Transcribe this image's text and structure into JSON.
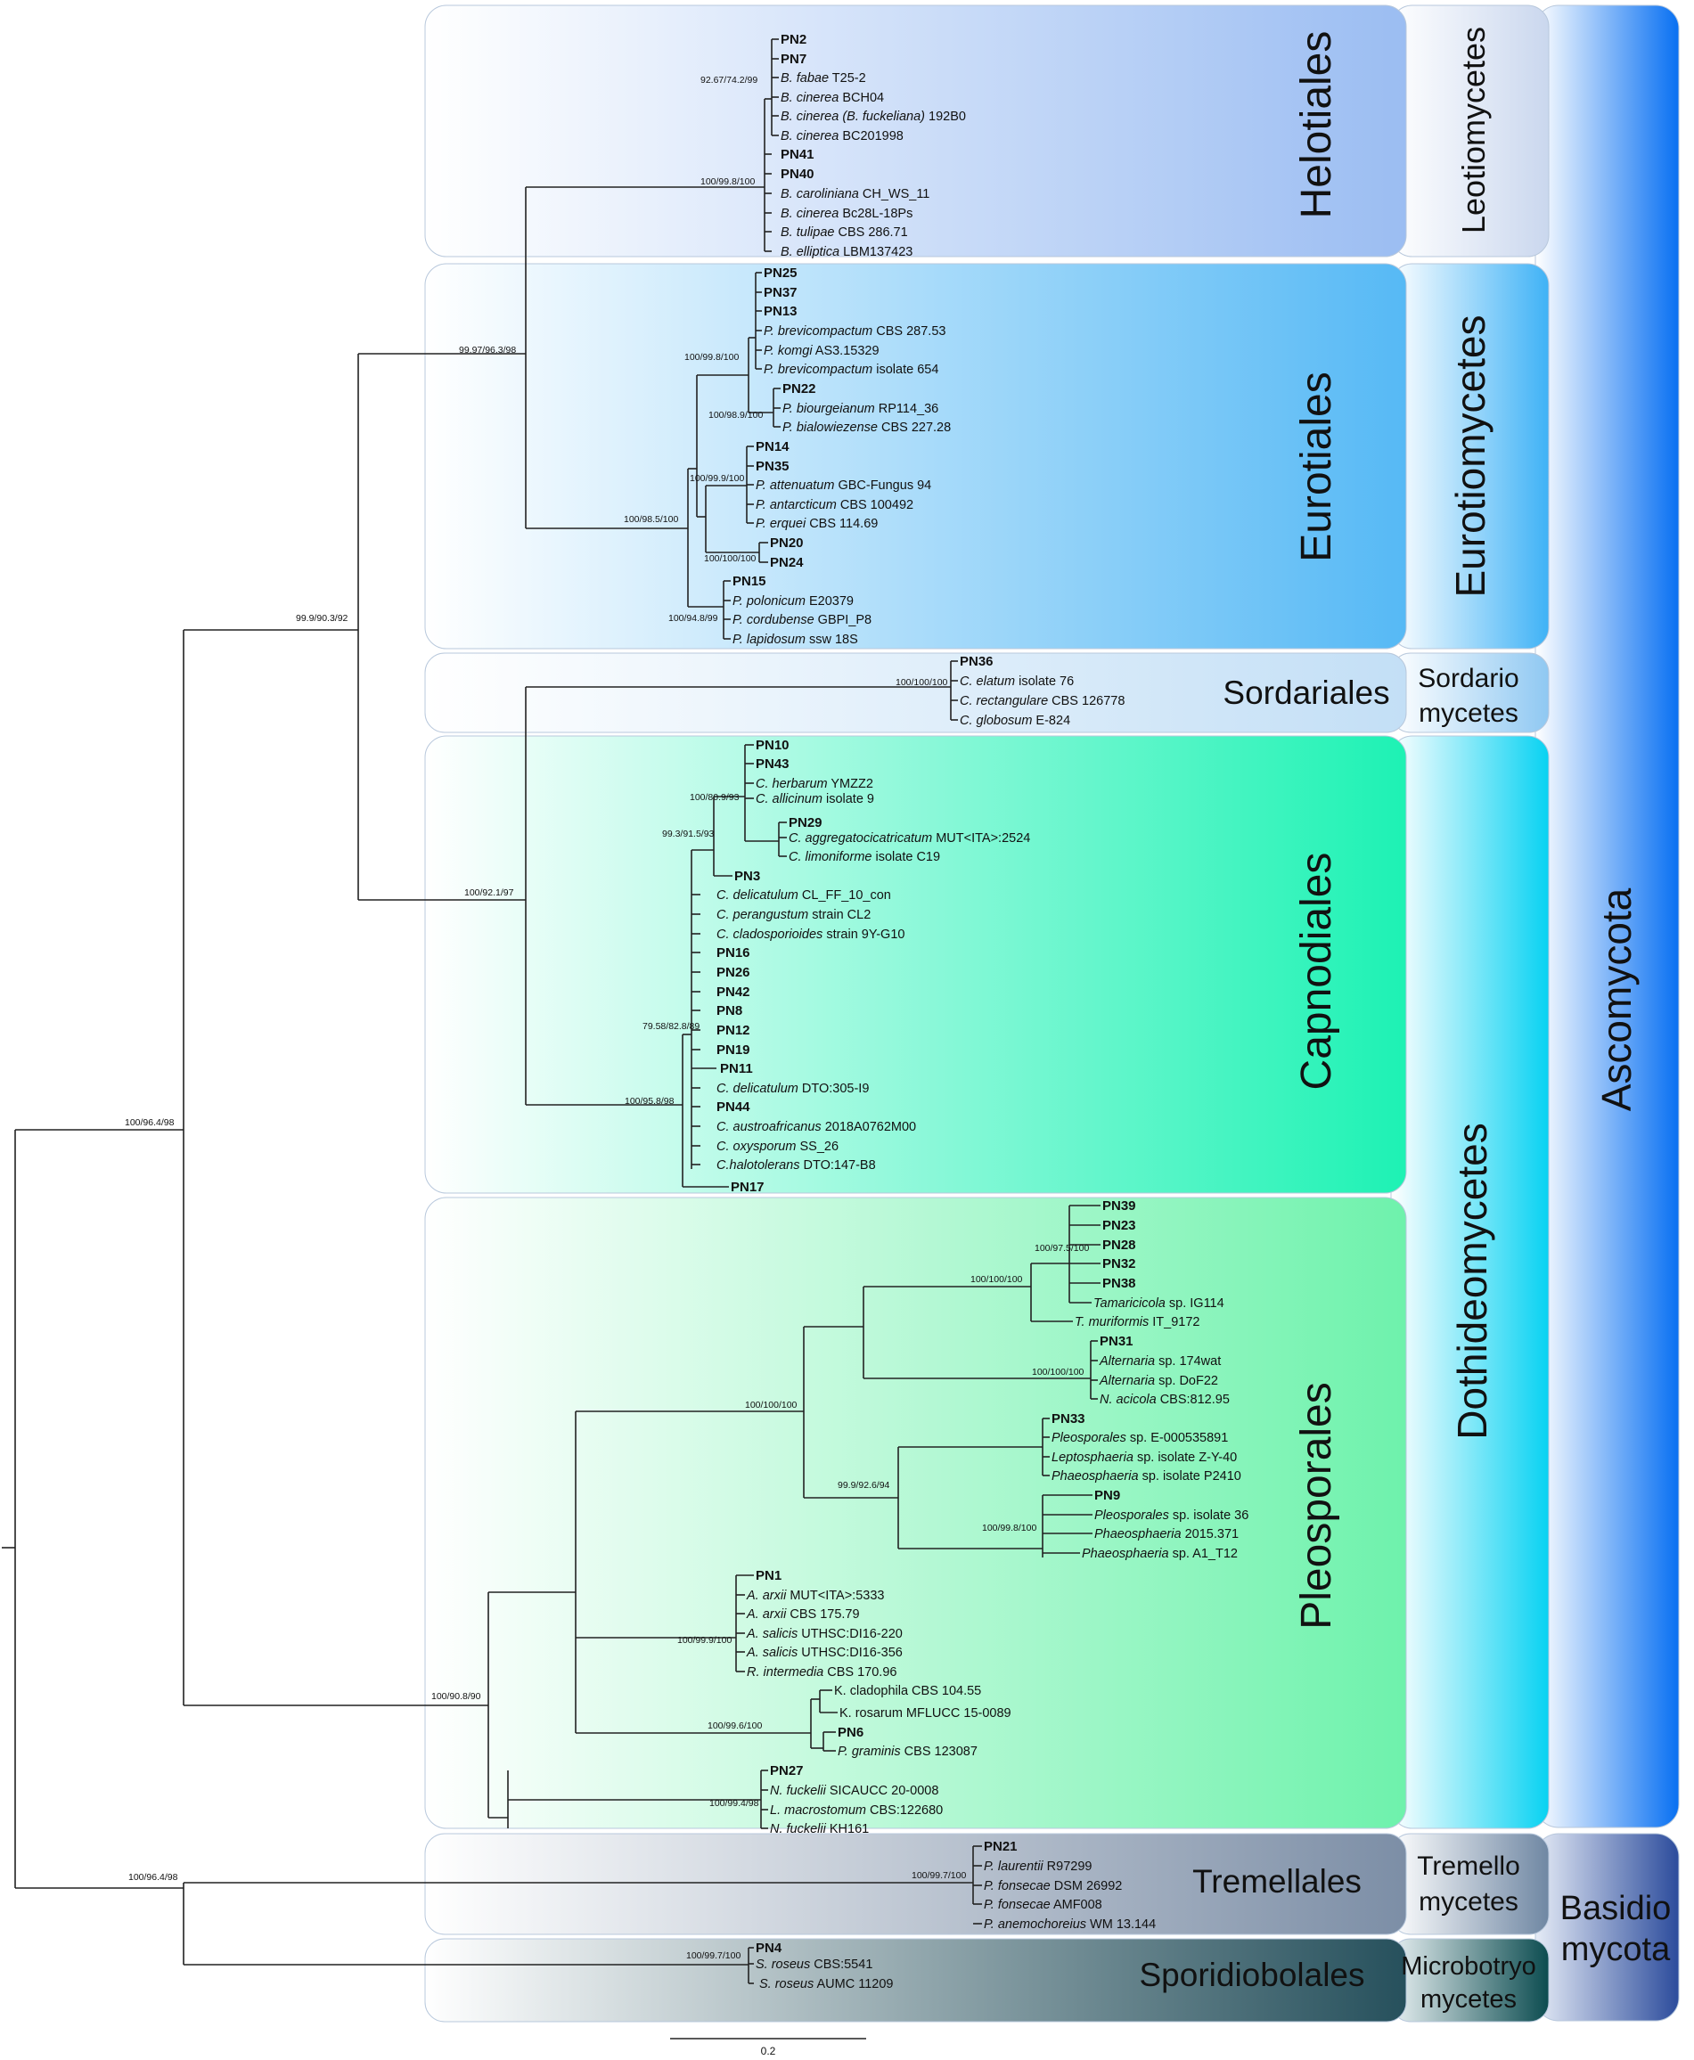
{
  "scale_bar": {
    "label": "0.2"
  },
  "phyla": [
    {
      "id": "ascomycota",
      "label_lines": [
        "Ascomycota"
      ]
    },
    {
      "id": "basidiomycota",
      "label_lines": [
        "Basidio",
        "mycota"
      ]
    }
  ],
  "classes": [
    {
      "id": "leotiomycetes",
      "label_lines": [
        "Leotiomycetes"
      ]
    },
    {
      "id": "eurotiomycetes",
      "label_lines": [
        "Eurotiomycetes"
      ]
    },
    {
      "id": "sordariomycetes",
      "label_lines": [
        "Sordario",
        "mycetes"
      ]
    },
    {
      "id": "dothideomycetes",
      "label_lines": [
        "Dothideomycetes"
      ]
    },
    {
      "id": "tremellomycetes",
      "label_lines": [
        "Tremello",
        "mycetes"
      ]
    },
    {
      "id": "microbotryomycetes",
      "label_lines": [
        "Microbotryo",
        "mycetes"
      ]
    }
  ],
  "orders": [
    {
      "id": "helotiales",
      "label": "Helotiales"
    },
    {
      "id": "eurotiales",
      "label": "Eurotiales"
    },
    {
      "id": "sordariales",
      "label": "Sordariales"
    },
    {
      "id": "capnodiales",
      "label": "Capnodiales"
    },
    {
      "id": "pleosporales",
      "label": "Pleosporales"
    },
    {
      "id": "tremellales",
      "label": "Tremellales"
    },
    {
      "id": "sporidiobolales",
      "label": "Sporidiobolales"
    }
  ],
  "support_values": {
    "s01": "92.67/74.2/99",
    "s02": "100/99.8/100",
    "s03": "99.97/96.3/98",
    "s04": "100/99.8/100",
    "s05": "100/98.9/100",
    "s06": "100/99.9/100",
    "s07": "100/100/100",
    "s08": "100/98.5/100",
    "s09": "100/94.8/99",
    "s10": "99.9/90.3/92",
    "s11": "100/100/100",
    "s12": "100/80.9/93",
    "s13": "99.3/91.5/93",
    "s14": "100/92.1/97",
    "s15": "79.58/82.8/89",
    "s16": "100/95.8/98",
    "s17": "100/96.4/98",
    "s18": "100/97.5/100",
    "s19": "100/100/100",
    "s20": "100/100/100",
    "s21": "100/100/100",
    "s22": "99.9/92.6/94",
    "s23": "100/99.8/100",
    "s24": "100/99.9/100",
    "s25": "100/99.6/100",
    "s26": "100/99.4/98",
    "s27": "100/90.8/90",
    "s28": "100/99.7/100",
    "s29": "100/96.4/98",
    "s30": "100/99.7/100"
  },
  "leaves": [
    {
      "id": "l01",
      "pn": "PN2"
    },
    {
      "id": "l02",
      "pn": "PN7"
    },
    {
      "id": "l03",
      "genus": "B. fabae",
      "rest": " T25-2"
    },
    {
      "id": "l04",
      "genus": "B. cinerea",
      "rest": " BCH04"
    },
    {
      "id": "l05",
      "genus": "B. cinerea (B. fuckeliana)",
      "rest": " 192B0"
    },
    {
      "id": "l06",
      "genus": "B. cinerea",
      "rest": " BC201998"
    },
    {
      "id": "l07",
      "pn": "PN41"
    },
    {
      "id": "l08",
      "pn": "PN40"
    },
    {
      "id": "l09",
      "genus": "B. caroliniana",
      "rest": " CH_WS_11"
    },
    {
      "id": "l10",
      "genus": "B. cinerea",
      "rest": " Bc28L-18Ps"
    },
    {
      "id": "l11",
      "genus": "B. tulipae",
      "rest": " CBS 286.71"
    },
    {
      "id": "l12",
      "genus": "B. elliptica",
      "rest": " LBM137423"
    },
    {
      "id": "l13",
      "pn": "PN25"
    },
    {
      "id": "l14",
      "pn": "PN37"
    },
    {
      "id": "l15",
      "pn": "PN13"
    },
    {
      "id": "l16",
      "genus": "P. brevicompactum",
      "rest": " CBS 287.53"
    },
    {
      "id": "l17",
      "genus": "P. komgi",
      "rest": " AS3.15329"
    },
    {
      "id": "l18",
      "genus": "P. brevicompactum",
      "rest": " isolate 654"
    },
    {
      "id": "l19",
      "pn": "PN22"
    },
    {
      "id": "l20",
      "genus": "P. biourgeianum",
      "rest": " RP114_36"
    },
    {
      "id": "l21",
      "genus": "P. bialowiezense",
      "rest": " CBS 227.28"
    },
    {
      "id": "l22",
      "pn": "PN14"
    },
    {
      "id": "l23",
      "pn": "PN35"
    },
    {
      "id": "l24",
      "genus": "P. attenuatum",
      "rest": " GBC-Fungus 94"
    },
    {
      "id": "l25",
      "genus": "P. antarcticum",
      "rest": " CBS 100492"
    },
    {
      "id": "l26",
      "genus": "P. erquei",
      "rest": " CBS 114.69"
    },
    {
      "id": "l27",
      "pn": "PN20"
    },
    {
      "id": "l28",
      "pn": "PN24"
    },
    {
      "id": "l29",
      "pn": "PN15"
    },
    {
      "id": "l30",
      "genus": "P. polonicum",
      "rest": " E20379"
    },
    {
      "id": "l31",
      "genus": "P. cordubense",
      "rest": " GBPI_P8"
    },
    {
      "id": "l32",
      "genus": "P. lapidosum",
      "rest": " ssw 18S"
    },
    {
      "id": "l33",
      "pn": "PN36"
    },
    {
      "id": "l34",
      "genus": "C. elatum",
      "rest": " isolate 76"
    },
    {
      "id": "l35",
      "genus": "C. rectangulare",
      "rest": " CBS 126778"
    },
    {
      "id": "l36",
      "genus": "C. globosum",
      "rest": " E-824"
    },
    {
      "id": "l37",
      "pn": "PN10"
    },
    {
      "id": "l38",
      "pn": "PN43"
    },
    {
      "id": "l39",
      "genus": "C. herbarum",
      "rest": " YMZZ2"
    },
    {
      "id": "l40",
      "genus": "C. allicinum",
      "rest": " isolate 9"
    },
    {
      "id": "l41",
      "pn": "PN29"
    },
    {
      "id": "l42",
      "genus": "C. aggregatocicatricatum",
      "rest": " MUT<ITA>:2524"
    },
    {
      "id": "l43",
      "genus": "C. limoniforme",
      "rest": " isolate C19"
    },
    {
      "id": "l44",
      "pn": "PN3"
    },
    {
      "id": "l45",
      "genus": "C. delicatulum",
      "rest": " CL_FF_10_con"
    },
    {
      "id": "l46",
      "genus": "C. perangustum",
      "rest": " strain CL2"
    },
    {
      "id": "l47",
      "genus": "C. cladosporioides",
      "rest": " strain 9Y-G10"
    },
    {
      "id": "l48",
      "pn": "PN16"
    },
    {
      "id": "l49",
      "pn": "PN26"
    },
    {
      "id": "l50",
      "pn": "PN42"
    },
    {
      "id": "l51",
      "pn": "PN8"
    },
    {
      "id": "l52",
      "pn": "PN12"
    },
    {
      "id": "l53",
      "pn": "PN19"
    },
    {
      "id": "l54",
      "pn": "PN11"
    },
    {
      "id": "l55",
      "genus": "C. delicatulum",
      "rest": " DTO:305-I9"
    },
    {
      "id": "l56",
      "pn": "PN44"
    },
    {
      "id": "l57",
      "genus": "C. austroafricanus",
      "rest": " 2018A0762M00"
    },
    {
      "id": "l58",
      "genus": "C. oxysporum",
      "rest": " SS_26"
    },
    {
      "id": "l59",
      "genus": "C.halotolerans",
      "rest": " DTO:147-B8"
    },
    {
      "id": "l60",
      "pn": "PN17"
    },
    {
      "id": "l61",
      "pn": "PN39"
    },
    {
      "id": "l62",
      "pn": "PN23"
    },
    {
      "id": "l63",
      "pn": "PN28"
    },
    {
      "id": "l64",
      "pn": "PN32"
    },
    {
      "id": "l65",
      "pn": "PN38"
    },
    {
      "id": "l66",
      "genus": "Tamaricicola",
      "rest": " sp. IG114"
    },
    {
      "id": "l67",
      "genus": "T. muriformis",
      "rest": " IT_9172"
    },
    {
      "id": "l68",
      "pn": "PN31"
    },
    {
      "id": "l69",
      "genus": "Alternaria",
      "rest": " sp. 174wat"
    },
    {
      "id": "l70",
      "genus": "Alternaria",
      "rest": " sp. DoF22"
    },
    {
      "id": "l71",
      "genus": "N. acicola",
      "rest": " CBS:812.95"
    },
    {
      "id": "l72",
      "pn": "PN33"
    },
    {
      "id": "l73",
      "genus": "Pleosporales",
      "rest": " sp. E-000535891"
    },
    {
      "id": "l74",
      "genus": "Leptosphaeria",
      "rest": " sp. isolate Z-Y-40"
    },
    {
      "id": "l75",
      "genus": "Phaeosphaeria",
      "rest": " sp. isolate P2410"
    },
    {
      "id": "l76",
      "pn": "PN9"
    },
    {
      "id": "l77",
      "genus": "Pleosporales",
      "rest": " sp. isolate 36"
    },
    {
      "id": "l78",
      "genus": "Phaeosphaeria",
      "rest": " 2015.371"
    },
    {
      "id": "l79",
      "genus": "Phaeosphaeria",
      "rest": " sp. A1_T12"
    },
    {
      "id": "l80",
      "pn": "PN1"
    },
    {
      "id": "l81",
      "genus": "A. arxii",
      "rest": " MUT<ITA>:5333"
    },
    {
      "id": "l82",
      "genus": "A. arxii",
      "rest": " CBS 175.79"
    },
    {
      "id": "l83",
      "genus": "A. salicis",
      "rest": " UTHSC:DI16-220"
    },
    {
      "id": "l84",
      "genus": "A. salicis",
      "rest": " UTHSC:DI16-356"
    },
    {
      "id": "l85",
      "genus": "R. intermedia",
      "rest": " CBS 170.96"
    },
    {
      "id": "l86",
      "plain": "K. cladophila CBS 104.55"
    },
    {
      "id": "l87",
      "plain": "K. rosarum MFLUCC 15-0089"
    },
    {
      "id": "l88",
      "pn": "PN6"
    },
    {
      "id": "l89",
      "genus": "P. graminis",
      "rest": " CBS 123087"
    },
    {
      "id": "l90",
      "pn": "PN27"
    },
    {
      "id": "l91",
      "genus": "N. fuckelii",
      "rest": " SICAUCC 20-0008"
    },
    {
      "id": "l92",
      "genus": "L. macrostomum",
      "rest": " CBS:122680"
    },
    {
      "id": "l93",
      "genus": "N. fuckelii",
      "rest": " KH161"
    },
    {
      "id": "l94",
      "pn": "PN21"
    },
    {
      "id": "l95",
      "genus": "P. laurentii",
      "rest": " R97299"
    },
    {
      "id": "l96",
      "genus": "P. fonsecae",
      "rest": " DSM 26992"
    },
    {
      "id": "l97",
      "genus": "P. fonsecae",
      "rest": " AMF008"
    },
    {
      "id": "l98",
      "genus": "P. anemochoreius",
      "rest": " WM 13.144"
    },
    {
      "id": "l99",
      "pn": "PN4"
    },
    {
      "id": "l100",
      "genus": "S. roseus",
      "rest": " CBS:5541"
    },
    {
      "id": "l101",
      "genus": "S. roseus",
      "rest": " AUMC 11209"
    }
  ]
}
